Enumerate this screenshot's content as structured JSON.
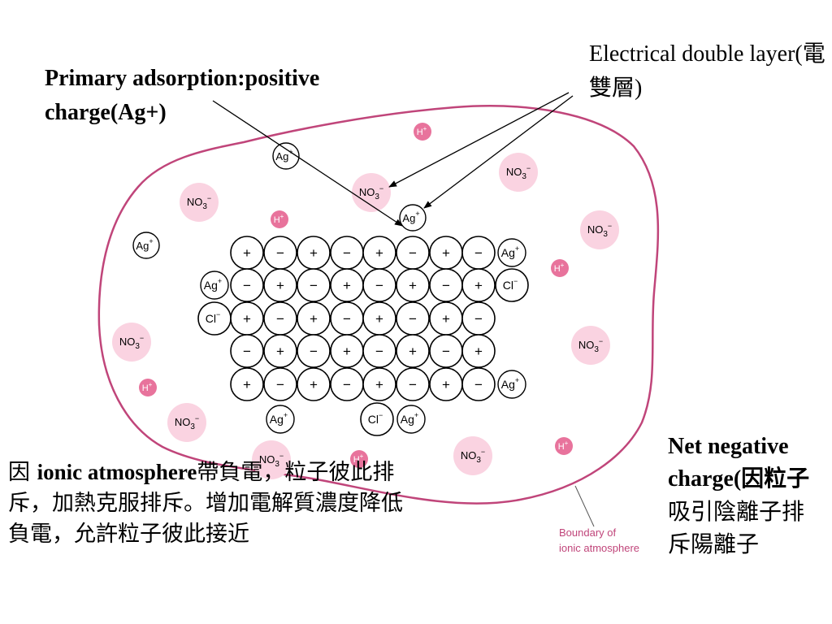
{
  "labels": {
    "primary_adsorption": "Primary adsorption:positive charge(Ag+)",
    "electrical_double_layer": "Electrical double layer(電雙層)",
    "net_negative_line1": "Net negative",
    "net_negative_line2": "charge(因粒子",
    "net_negative_line3": "吸引陰離子排",
    "net_negative_line4": "斥陽離子",
    "bottom_prefix": "因",
    "bottom_bold": "ionic atmosphere",
    "bottom_rest": "帶負電，粒子彼此排斥，加熱克服排斥。增加電解質濃度降低負電，允許粒子彼此接近",
    "boundary_line1": "Boundary of",
    "boundary_line2": "ionic atmosphere"
  },
  "ions": {
    "plus": "+",
    "minus": "−",
    "ag": "Ag",
    "ag_charge": "+",
    "cl": "Cl",
    "cl_charge": "−",
    "no3": "NO",
    "no3_sub": "3",
    "no3_charge": "−",
    "h": "H",
    "h_charge": "+"
  },
  "colors": {
    "boundary": "#c0457a",
    "no3_fill": "#fad3e1",
    "h_fill": "#e8739c",
    "h_text": "#ffffff",
    "lattice_stroke": "#000000",
    "pointer": "#000000"
  },
  "lattice_rows": [
    [
      "+",
      "-",
      "+",
      "-",
      "+",
      "-",
      "+",
      "-",
      "Ag"
    ],
    [
      "Ag",
      "-",
      "+",
      "-",
      "+",
      "-",
      "+",
      "-",
      "+",
      "Cl"
    ],
    [
      "Cl",
      "+",
      "-",
      "+",
      "-",
      "+",
      "-",
      "+",
      "-"
    ],
    [
      "-",
      "+",
      "-",
      "+",
      "-",
      "+",
      "-",
      "+"
    ],
    [
      "+",
      "-",
      "+",
      "-",
      "+",
      "-",
      "+",
      "-",
      "Ag"
    ],
    [
      "Ag",
      "Cl",
      "Ag"
    ]
  ]
}
